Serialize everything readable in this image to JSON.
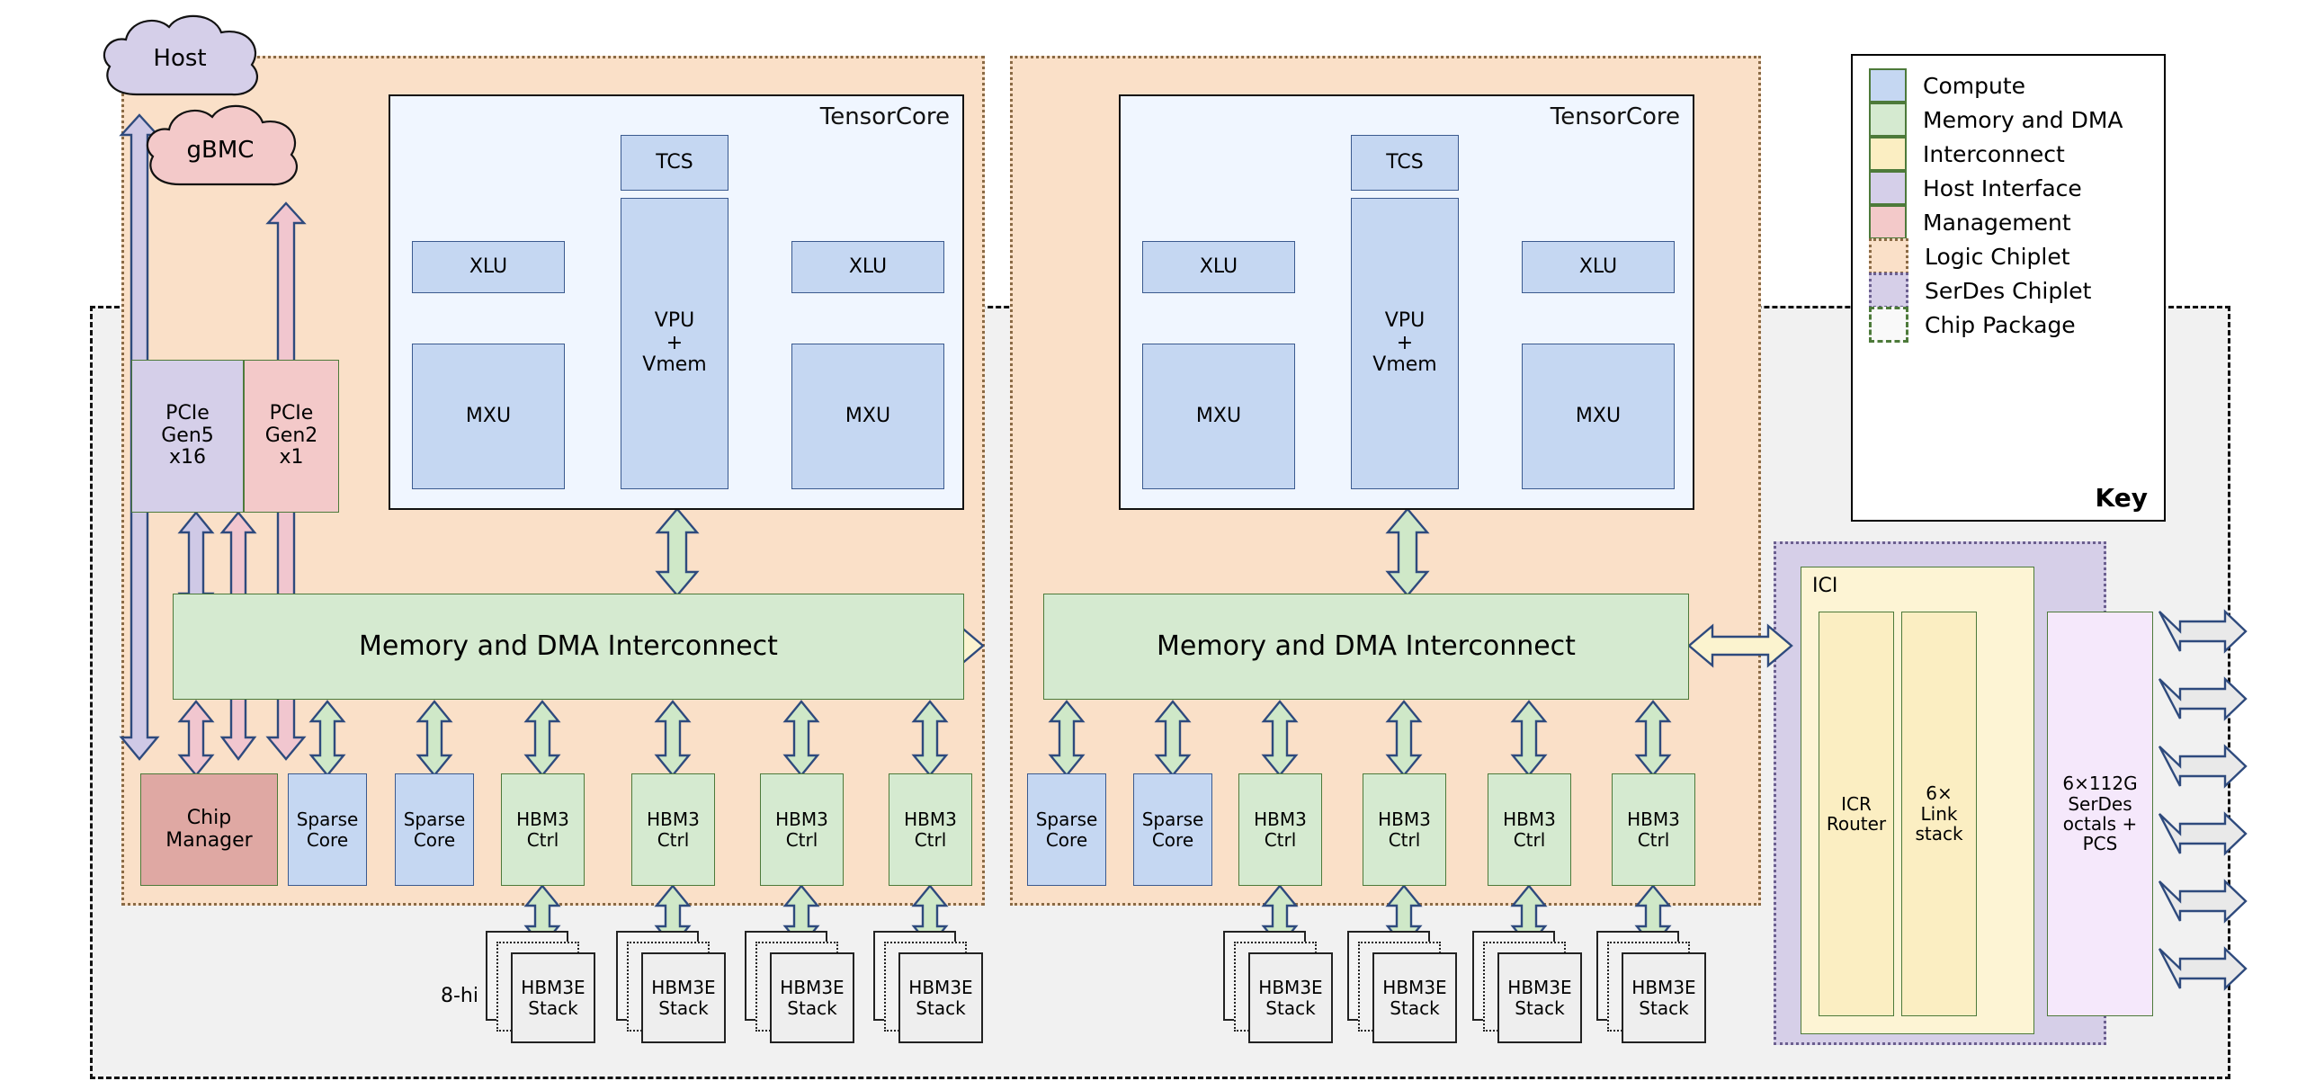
{
  "clouds": [
    {
      "name": "host",
      "label": "Host",
      "fill": "#d5cfe9"
    },
    {
      "name": "gbmc",
      "label": "gBMC",
      "fill": "#f3c9c9"
    }
  ],
  "tensorcores": [
    {
      "title": "TensorCore",
      "tcs": "TCS",
      "vpu": "VPU\n+\nVmem",
      "xlu_left": "XLU",
      "xlu_right": "XLU",
      "mxu_left": "MXU",
      "mxu_right": "MXU"
    },
    {
      "title": "TensorCore",
      "tcs": "TCS",
      "vpu": "VPU\n+\nVmem",
      "xlu_left": "XLU",
      "xlu_right": "XLU",
      "mxu_left": "MXU",
      "mxu_right": "MXU"
    }
  ],
  "host_interface": {
    "pcie_gen5": "PCIe\nGen5\nx16",
    "pcie_gen2": "PCIe\nGen2\nx1"
  },
  "interconnect_bars": [
    {
      "label": "Memory and DMA Interconnect"
    },
    {
      "label": "Memory and DMA Interconnect"
    }
  ],
  "left_chiplet_bottom": [
    {
      "label": "Chip\nManager",
      "kind": "management"
    },
    {
      "label": "Sparse\nCore",
      "kind": "compute"
    },
    {
      "label": "Sparse\nCore",
      "kind": "compute"
    },
    {
      "label": "HBM3\nCtrl",
      "kind": "memory"
    },
    {
      "label": "HBM3\nCtrl",
      "kind": "memory"
    },
    {
      "label": "HBM3\nCtrl",
      "kind": "memory"
    },
    {
      "label": "HBM3\nCtrl",
      "kind": "memory"
    }
  ],
  "right_chiplet_bottom": [
    {
      "label": "Sparse\nCore",
      "kind": "compute"
    },
    {
      "label": "Sparse\nCore",
      "kind": "compute"
    },
    {
      "label": "HBM3\nCtrl",
      "kind": "memory"
    },
    {
      "label": "HBM3\nCtrl",
      "kind": "memory"
    },
    {
      "label": "HBM3\nCtrl",
      "kind": "memory"
    },
    {
      "label": "HBM3\nCtrl",
      "kind": "memory"
    }
  ],
  "hbm_stacks": {
    "height_label": "8-hi",
    "label": "HBM3E\nStack",
    "count_left": 4,
    "count_right": 4
  },
  "ici": {
    "title": "ICI",
    "router": "ICR\nRouter",
    "link_stack": "6×\nLink\nstack"
  },
  "serdes": {
    "label": "6×112G\nSerDes\noctals +\nPCS",
    "lane_count": 6
  },
  "key": {
    "title": "Key",
    "items": [
      {
        "label": "Compute",
        "color": "#c5d7f2",
        "border": "solid",
        "border_color": "#4d7a3a"
      },
      {
        "label": "Memory and DMA",
        "color": "#d5ead0",
        "border": "solid",
        "border_color": "#4d7a3a"
      },
      {
        "label": "Interconnect",
        "color": "#fbeec2",
        "border": "solid",
        "border_color": "#4d7a3a"
      },
      {
        "label": "Host Interface",
        "color": "#d5cfe9",
        "border": "solid",
        "border_color": "#4d7a3a"
      },
      {
        "label": "Management",
        "color": "#f3c9c9",
        "border": "solid",
        "border_color": "#4d7a3a"
      },
      {
        "label": "Logic Chiplet",
        "color": "#fae0c8",
        "border": "dotted",
        "border_color": "#8a6a45"
      },
      {
        "label": "SerDes Chiplet",
        "color": "#d6cfe8",
        "border": "dotted",
        "border_color": "#6b5f8f"
      },
      {
        "label": "Chip Package",
        "color": "#f7f7f7",
        "border": "dashed",
        "border_color": "#4d7a3a"
      }
    ]
  },
  "colors": {
    "compute": "#c5d7f2",
    "memory": "#d5ead0",
    "interconnect": "#fbeec2",
    "host_interface": "#d5cfe9",
    "management": "#f3c9c9",
    "logic_chiplet": "#fae0c8",
    "serdes_chiplet": "#d6cfe8",
    "chip_package": "#f1f1f1",
    "arrow_stroke": "#2e4a7d"
  }
}
